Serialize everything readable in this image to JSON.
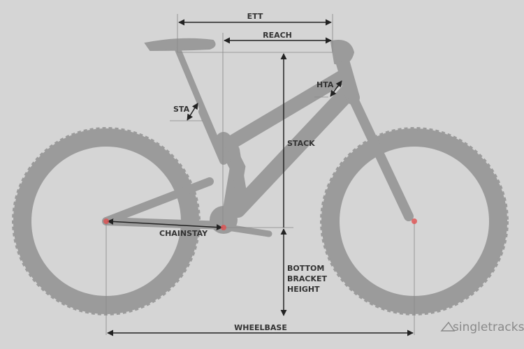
{
  "labels": {
    "ett": "ETT",
    "reach": "REACH",
    "hta": "HTA",
    "sta": "STA",
    "stack": "STACK",
    "chainstay": "CHAINSTAY",
    "bb_line1": "BOTTOM",
    "bb_line2": "BRACKET",
    "bb_line3": "HEIGHT",
    "wheelbase": "WHEELBASE"
  },
  "logo": "singletracks",
  "colors": {
    "background": "#d5d5d5",
    "bike": "#9b9b9b",
    "dimension_lines": "#222222",
    "axle_marker": "#e05050"
  }
}
